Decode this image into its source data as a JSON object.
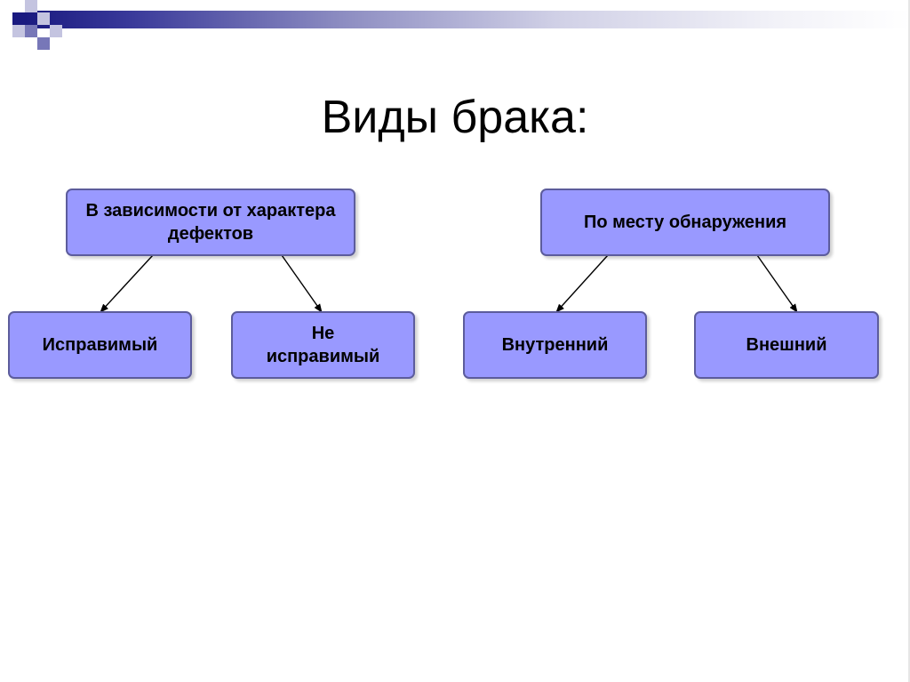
{
  "slide": {
    "title": "Виды брака:"
  },
  "diagram": {
    "groups": [
      {
        "parent": "В зависимости от характера дефектов",
        "children": [
          "Исправимый",
          "Не исправимый"
        ]
      },
      {
        "parent": "По месту обнаружения",
        "children": [
          "Внутренний",
          "Внешний"
        ]
      }
    ]
  },
  "colors": {
    "box_fill": "#9999ff",
    "box_border": "#5c5c9c",
    "header_accent": "#1a1a80"
  }
}
